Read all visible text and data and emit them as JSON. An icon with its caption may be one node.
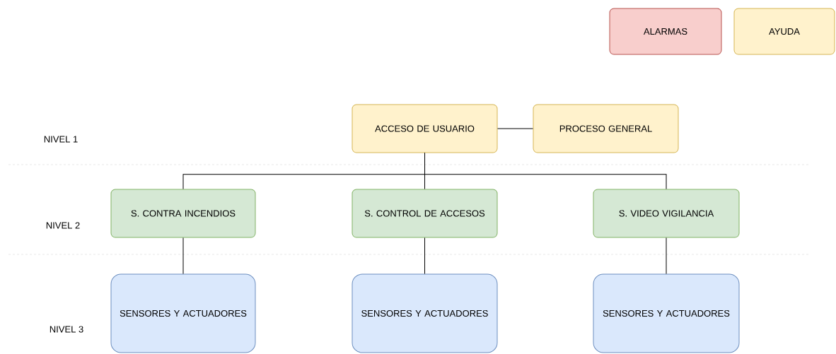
{
  "diagram": {
    "nodes": [
      {
        "text": [
          "ALARMAS"
        ]
      },
      {
        "text": [
          "AYUDA"
        ]
      },
      {
        "text": [
          "ACCESO DE USUARIO"
        ]
      },
      {
        "text": [
          "PROCESO GENERAL"
        ]
      },
      {
        "text": [
          "S. CONTRA INCENDIOS"
        ]
      },
      {
        "text": [
          "S. CONTROL DE ACCESOS"
        ]
      },
      {
        "text": [
          "S. VIDEO VIGILANCIA"
        ]
      },
      {
        "text": [
          "SENSORES Y ACTUADORES"
        ]
      },
      {
        "text": [
          "SENSORES Y ACTUADORES"
        ]
      },
      {
        "text": [
          "SENSORES Y ACTUADORES"
        ]
      }
    ],
    "edges": [
      {
        "from": 2,
        "to": 3,
        "arrow": "none"
      },
      {
        "from": 2,
        "to": 4,
        "arrow": "none"
      },
      {
        "from": 2,
        "to": 5,
        "arrow": "none"
      },
      {
        "from": 2,
        "to": 6,
        "arrow": "none"
      },
      {
        "from": 4,
        "to": 7,
        "arrow": "none"
      },
      {
        "from": 5,
        "to": 8,
        "arrow": "none"
      },
      {
        "from": 6,
        "to": 9,
        "arrow": "none"
      }
    ],
    "labels": [
      "NIVEL 1",
      "NIVEL 2",
      "NIVEL 3"
    ]
  }
}
